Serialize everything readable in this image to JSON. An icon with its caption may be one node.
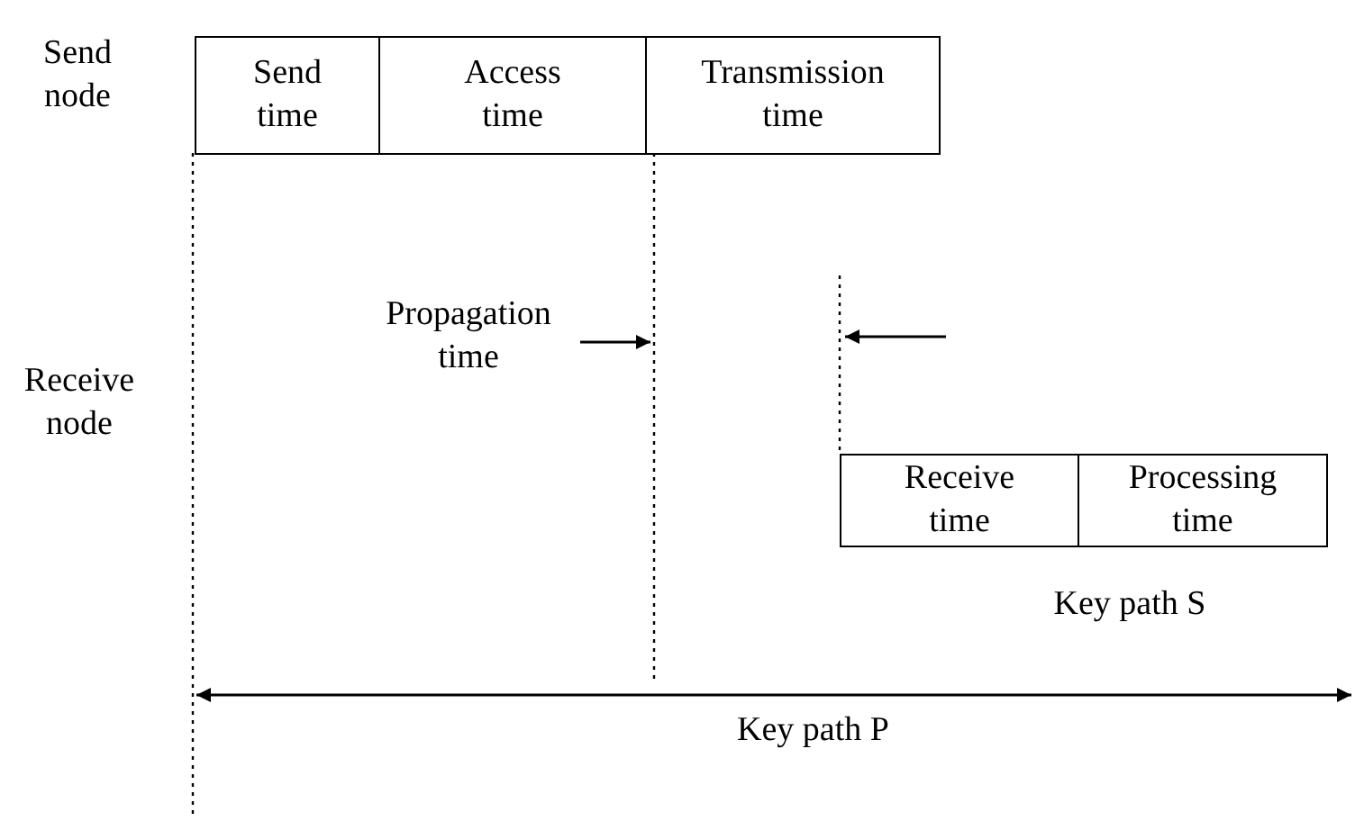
{
  "diagram": {
    "nodes": [
      {
        "text": [
          "Send time"
        ]
      },
      {
        "text": [
          "Access time"
        ]
      },
      {
        "text": [
          "Transmission time"
        ]
      },
      {
        "text": [
          "Receive time"
        ]
      },
      {
        "text": [
          "Processing time"
        ]
      }
    ],
    "labels": [
      "Send node",
      "Receive node",
      "Propagation time",
      "Key path S",
      "Key path P"
    ]
  }
}
